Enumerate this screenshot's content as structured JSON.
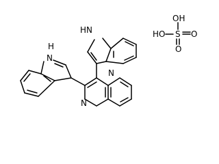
{
  "molecule": {
    "labels": {
      "nh_top": "HN",
      "nh_left": "H",
      "nh_left_n": "N",
      "n_ring_top": "N",
      "n_ring_bottom": "N",
      "oh_top": "OH",
      "ho_left": "HO",
      "sulfur": "S",
      "o_right": "O",
      "o_bottom": "O"
    }
  }
}
